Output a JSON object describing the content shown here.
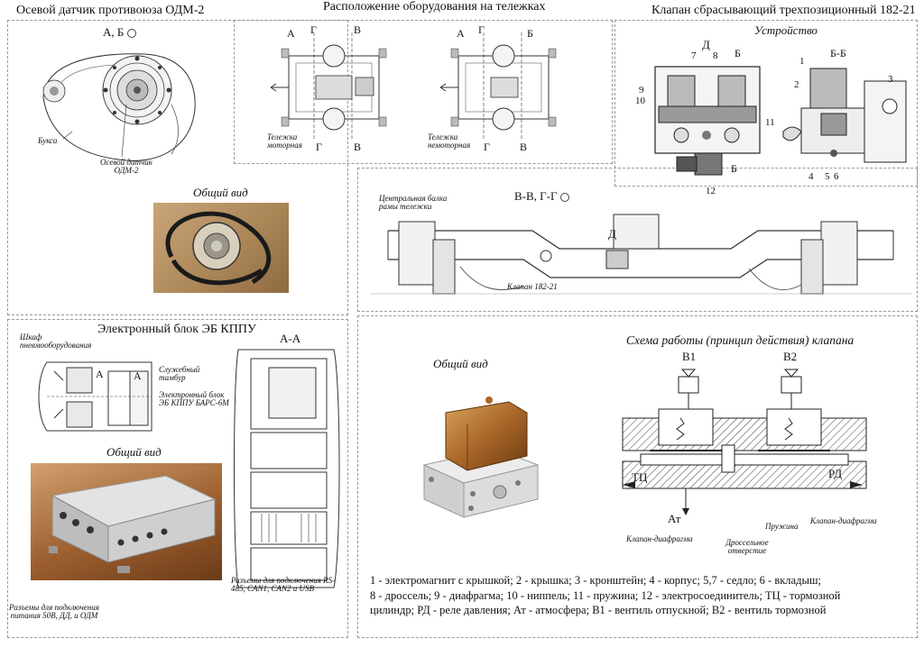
{
  "sensor": {
    "title": "Осевой датчик противоюза ОДМ-2",
    "view": "А, Б",
    "label_buksa": "Букса",
    "label_sensor": "Осевой датчик ОДМ-2",
    "general_view": "Общий вид"
  },
  "layout": {
    "title": "Расположение оборудования на тележках",
    "motor_caption": "Тележка моторная",
    "nonmotor_caption": "Тележка немоторная",
    "marks": {
      "a": "А",
      "b": "Б",
      "v": "В",
      "g": "Г"
    }
  },
  "valve": {
    "title": "Клапан сбрасывающий трехпозиционный 182-21",
    "device": "Устройство",
    "section_d": "Д",
    "section_bb": "Б-Б",
    "section_b": "Б",
    "callouts_left": [
      "7",
      "8",
      "9",
      "10",
      "11",
      "12"
    ],
    "callouts_right": [
      "1",
      "2",
      "3",
      "4",
      "5",
      "6"
    ]
  },
  "frame": {
    "section": "В-В, Г-Г",
    "label_beam": "Центральная балка рамы тележки",
    "label_valve": "Клапан 182-21",
    "mark_d": "Д"
  },
  "ebu": {
    "title": "Электронный блок ЭБ КППУ",
    "section_aa": "А-А",
    "label_cabinet": "Шкаф пневмооборудования",
    "label_tambour": "Служебный тамбур",
    "label_unit": "Электронный блок ЭБ КППУ БАРС-6М",
    "mark_a": "А",
    "general_view": "Общий вид",
    "label_power": "Разъемы для подключения питания 50В, ДД, и ОДМ",
    "label_rs": "Разъемы для подключения RS-485, CAN1, CAN2 и USB"
  },
  "valve_photo": {
    "general_view": "Общий вид"
  },
  "scheme": {
    "title": "Схема работы (принцип действия) клапана",
    "v1": "В1",
    "v2": "В2",
    "tc": "ТЦ",
    "rd": "РД",
    "at": "Ат",
    "label_diaphragm_left": "Клапан-диафрагма",
    "label_throttle": "Дроссельное отверстие",
    "label_spring": "Пружина",
    "label_diaphragm_right": "Клапан-диафрагма"
  },
  "legend": {
    "line1": "1 - электромагнит с крышкой; 2 - крышка; 3 - кронштейн; 4 - корпус; 5,7 - седло; 6 - вкладыш;",
    "line2": "8 - дроссель; 9 - диафрагма; 10 - ниппель; 11 - пружина; 12 - электросоединитель; ТЦ - тормозной",
    "line3": "цилиндр; РД - реле давления; Ат - атмосфера; В1 - вентиль отпускной; В2 - вентиль тормозной"
  }
}
